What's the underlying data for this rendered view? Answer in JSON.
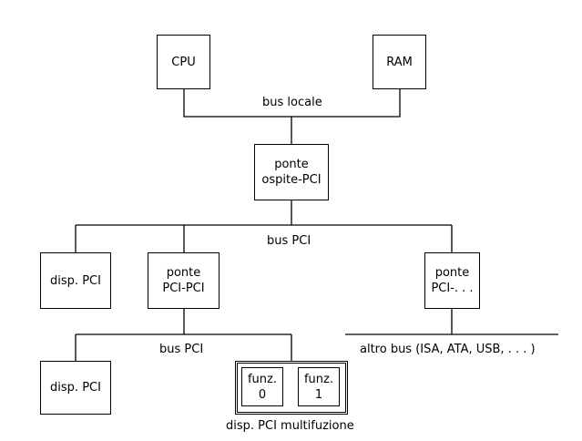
{
  "diagram": {
    "nodes": {
      "cpu": "CPU",
      "ram": "RAM",
      "host_bridge": "ponte\nospite-PCI",
      "pci_device_1": "disp. PCI",
      "pci_pci_bridge": "ponte\nPCI-PCI",
      "pci_other_bridge": "ponte\nPCI-. . .",
      "pci_device_2": "disp. PCI",
      "func_0": "funz.\n0",
      "func_1": "funz.\n1"
    },
    "labels": {
      "local_bus": "bus locale",
      "pci_bus_main": "bus PCI",
      "pci_bus_secondary": "bus PCI",
      "other_bus": "altro bus (ISA, ATA, USB, . . . )",
      "multifunction_device": "disp. PCI multifuzione"
    }
  }
}
